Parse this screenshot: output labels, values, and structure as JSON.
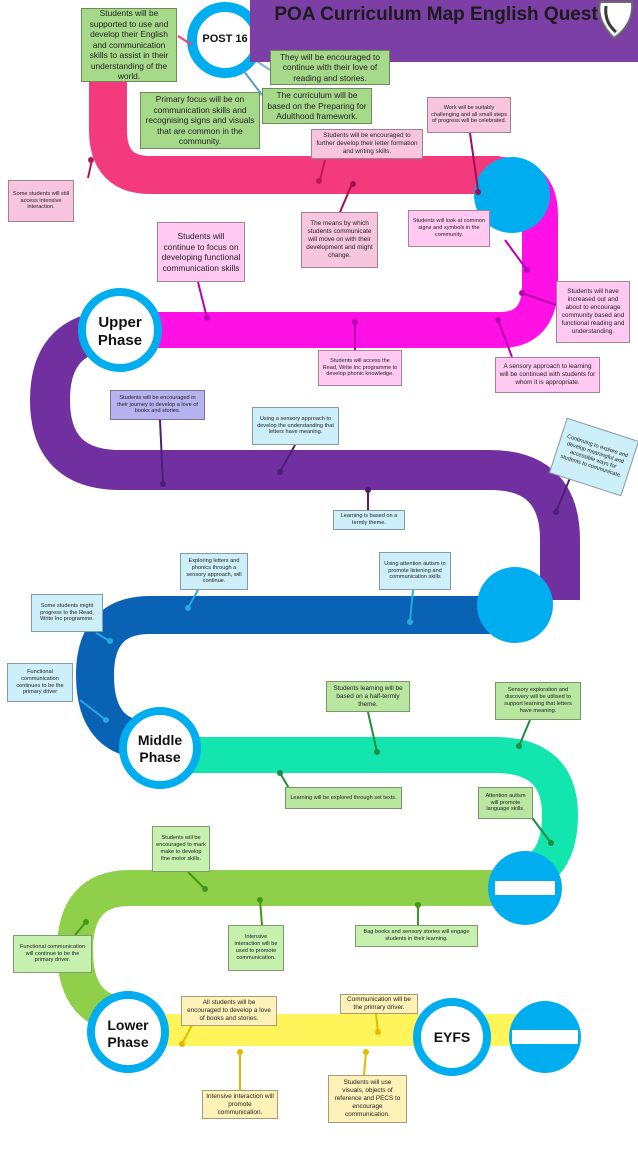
{
  "title": "POA Curriculum Map English Quest 2",
  "phases": {
    "post16": "POST 16",
    "upper": "Upper Phase",
    "middle": "Middle Phase",
    "lower": "Lower Phase",
    "eyfs": "EYFS"
  },
  "colors": {
    "post16_band": "#f23a7c",
    "upper_band": "#ff10e4",
    "purple_band": "#7030a0",
    "middle_band": "#0a62b5",
    "teal_band": "#12e5ae",
    "green_band": "#8fcf4a",
    "yellow_band": "#fff45a",
    "circle": "#00aeef"
  },
  "notes": {
    "post16_1": "Students will be supported to use and develop their English and communication skills to assist in their understanding of the world.",
    "post16_2": "They will be encouraged to continue with their love of reading and stories.",
    "post16_3": "The curriculum will be based on the Preparing for Adulthood framework.",
    "post16_4": "Primary focus will be on communication skills and recognising signs and visuals that are common in the community.",
    "post16_5": "Some students will still access intensive interaction.",
    "post16_6": "Students will be encouraged to further develop their letter formation and writing skills.",
    "post16_7": "Work will be suitably challenging and all small steps of progress will be celebrated.",
    "post16_8": "The means by which students communicate will move on with their development and might change.",
    "upper_1": "Students will look at common signs and symbols in the community.",
    "upper_2": "Students will continue to focus on developing functional communication skills",
    "upper_3": "Students will have increased out and about to encourage community based and functional reading and understanding.",
    "upper_4": "Students will access the Read, Write Inc programme to develop phonic knowledge.",
    "upper_5": "A sensory approach to learning will be continued with students for whom it is appropriate.",
    "upper_6": "Students will be encouraged in their journey to develop a love of books and stories.",
    "upper_7": "Using a sensory approach to develop the understanding that letters have meaning.",
    "upper_8": "Continuing to explore and develop meaningful and accessible ways for students to communicate.",
    "upper_9": "Learning is based on a termly theme.",
    "mid_1": "Exploring letters and phonics through a sensory approach, will continue.",
    "mid_2": "Using attention autism to promote listening and communication skills",
    "mid_3": "Some students might progress to the Read, Write Inc programme.",
    "mid_4": "Functional communication continues to be the primary driver",
    "mid_5": "Students learning will be based on a half-termly theme.",
    "mid_6": "Sensory exploration and discovery will be utilised to support learning that letters have meaning.",
    "mid_7": "Learning will be explored through set texts.",
    "mid_8": "Attention autism will promote language skills.",
    "low_1": "Students will be encouraged to mark make to develop fine motor skills.",
    "low_2": "Intensive interaction will be used to promote communication.",
    "low_3": "Bag books and sensory stories will engage students in their learning.",
    "low_4": "Functional communication will continue to be the primary driver.",
    "low_5": "All students will be encouraged to develop a love of books and stories.",
    "low_6": "Communication will be the primary driver.",
    "low_7": "Intensive interaction will promote communication.",
    "low_8": "Students will use visuals, objects of reference and PECS to encourage communication."
  }
}
